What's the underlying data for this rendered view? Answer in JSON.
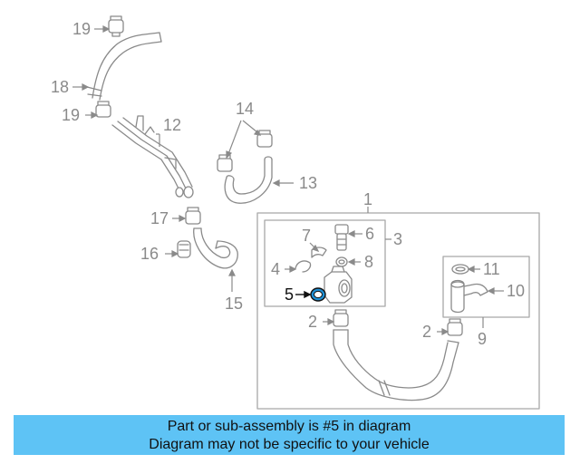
{
  "diagram": {
    "callouts": [
      "19",
      "18",
      "19",
      "12",
      "14",
      "13",
      "1",
      "17",
      "7",
      "6",
      "3",
      "16",
      "4",
      "8",
      "11",
      "5",
      "10",
      "15",
      "2",
      "2",
      "9"
    ],
    "highlighted_part": "5"
  },
  "banner": {
    "line1": "Part or sub-assembly is #5 in diagram",
    "line2": "Diagram may not be specific to your vehicle"
  },
  "colors": {
    "banner_bg": "#5ec3f5",
    "highlight_part": "#1e90d6",
    "line_gray": "#8a8a8a"
  }
}
